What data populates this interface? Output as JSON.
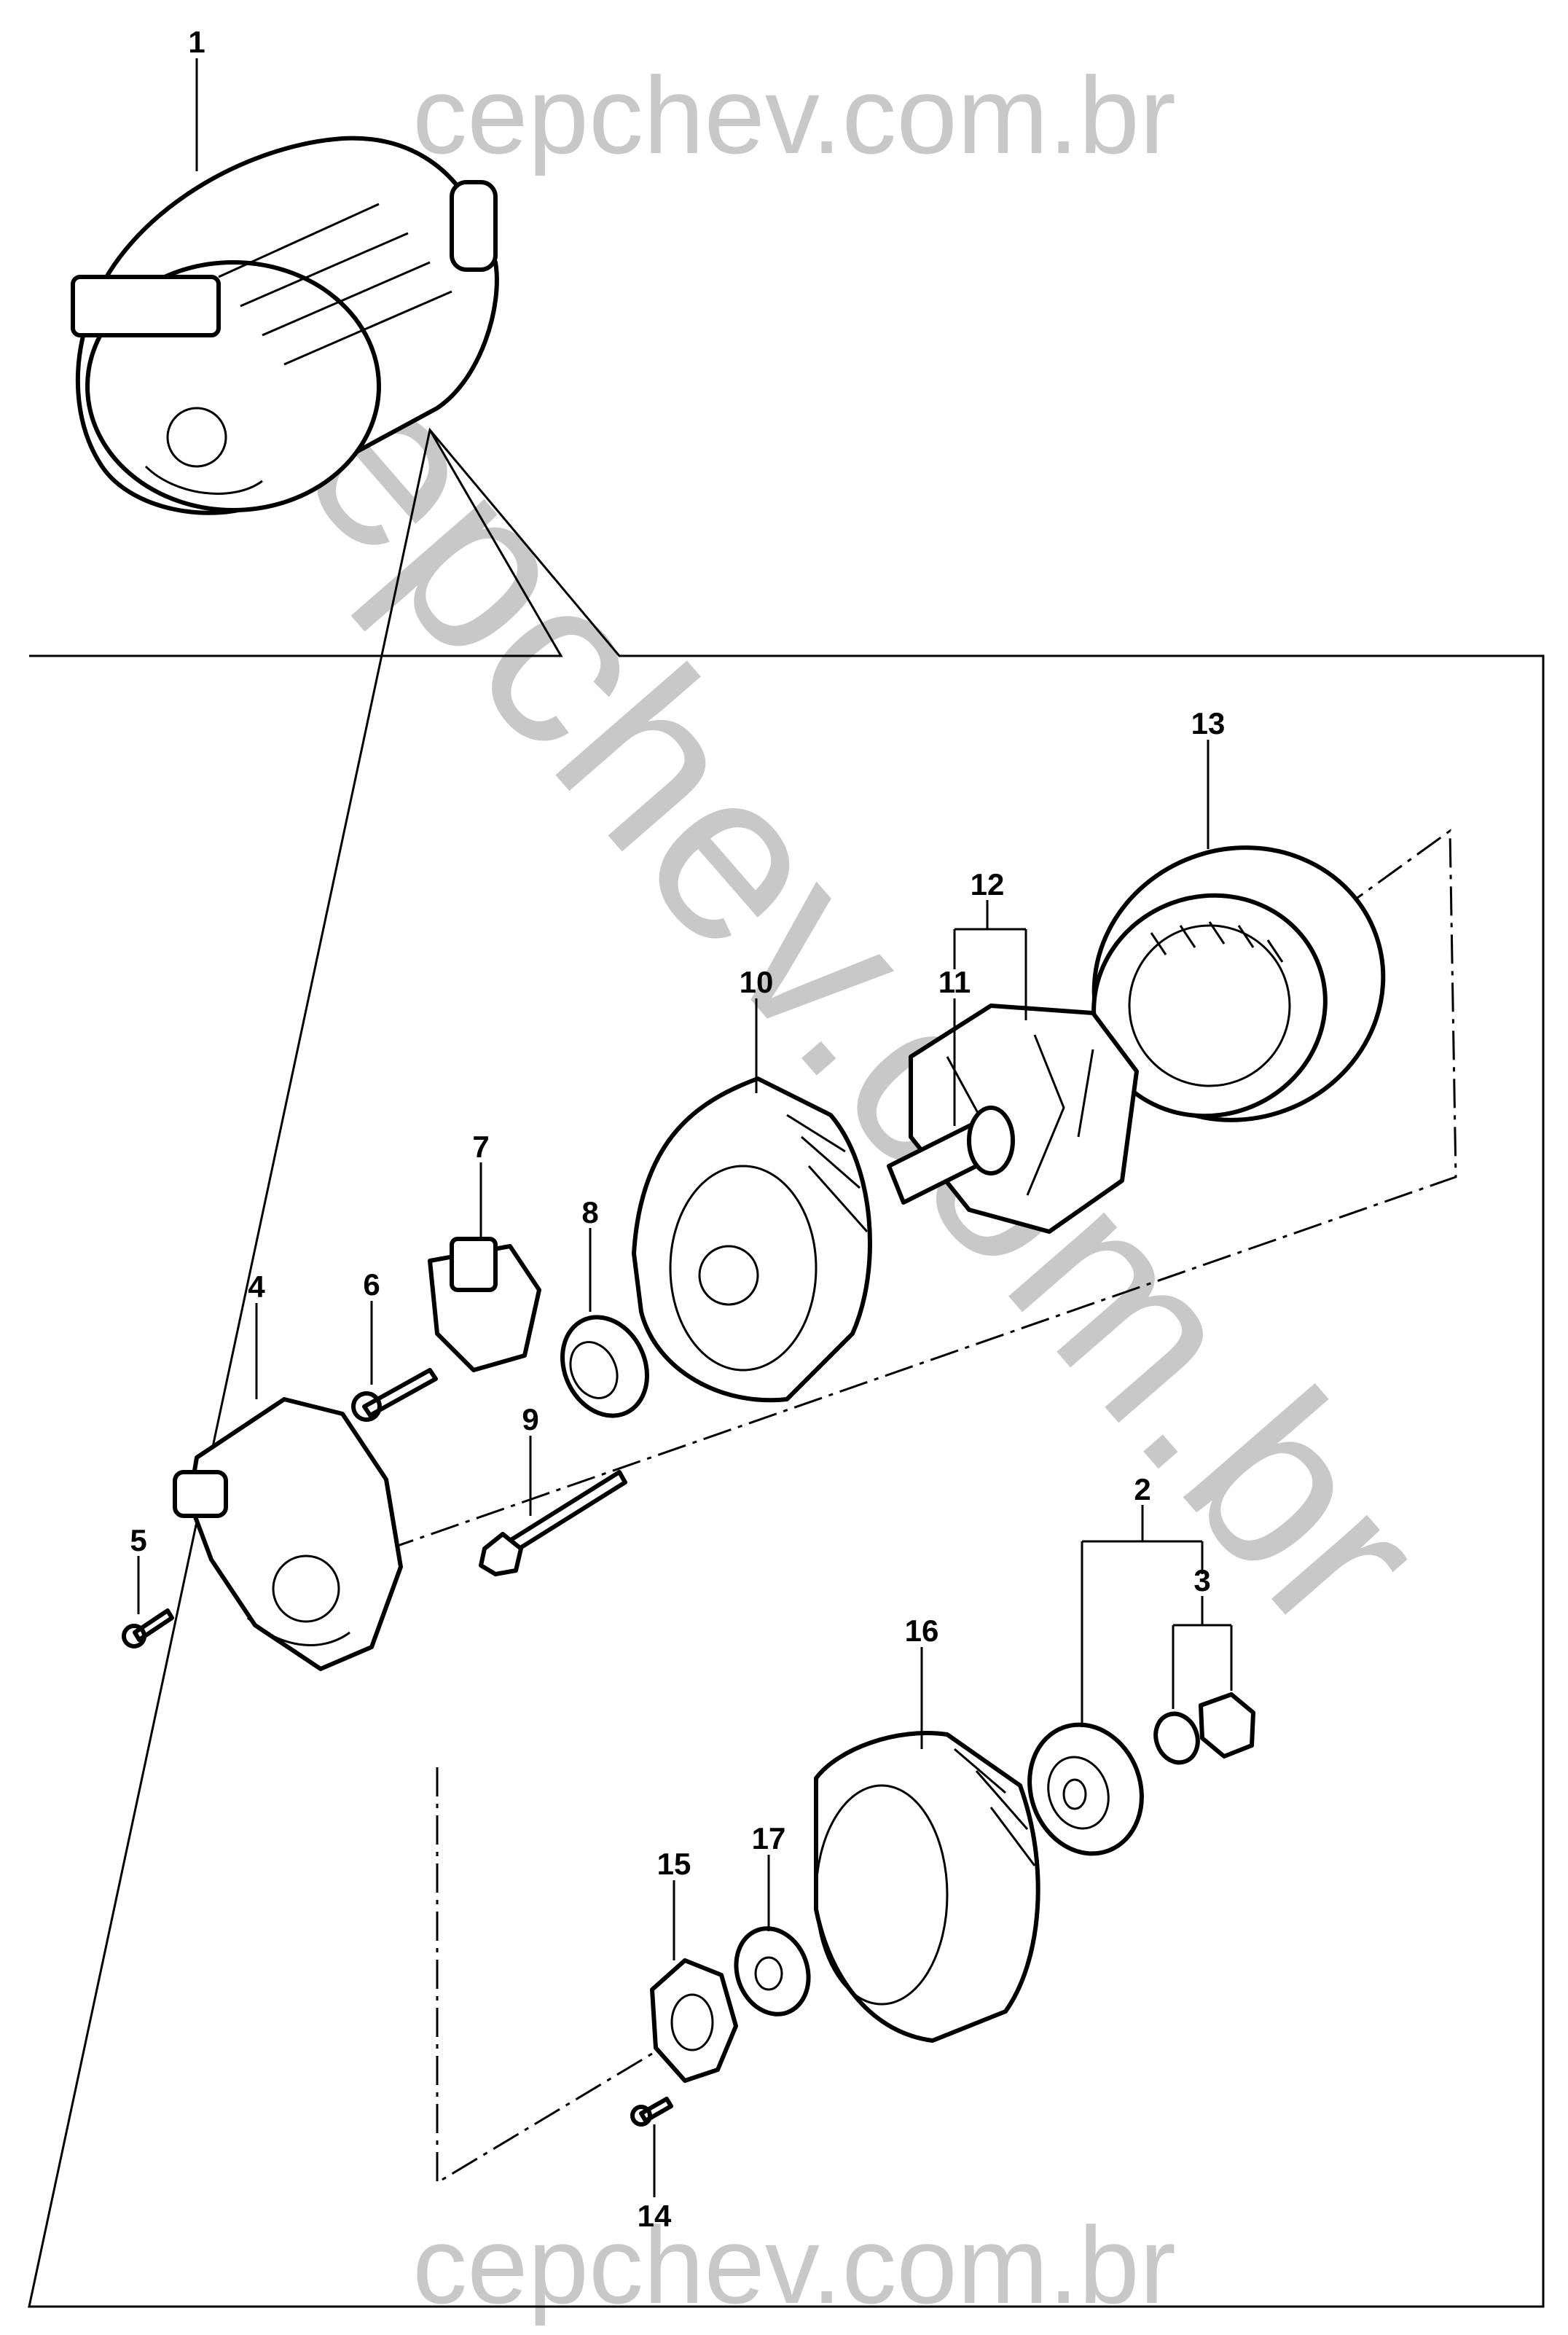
{
  "watermark": {
    "top": "cepchev.com.br",
    "diagonal": "cepchev.com.br",
    "bottom": "cepchev.com.br",
    "color": "#c8c8c8"
  },
  "callouts": {
    "c1": "1",
    "c2": "2",
    "c3": "3",
    "c4": "4",
    "c5": "5",
    "c6": "6",
    "c7": "7",
    "c8": "8",
    "c9": "9",
    "c10": "10",
    "c11": "11",
    "c12": "12",
    "c13": "13",
    "c14": "14",
    "c15": "15",
    "c16": "16",
    "c17": "17"
  }
}
